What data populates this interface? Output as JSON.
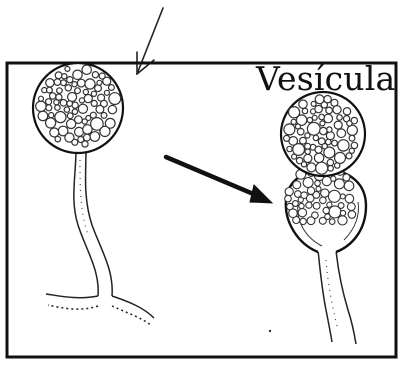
{
  "diagram": {
    "label": "Vesícula",
    "ink_color": "#111111",
    "background_color": "#ffffff",
    "parts": [
      "pointer-arrow",
      "figure-frame",
      "sporangium-left",
      "sporangiophore-left",
      "process-arrow",
      "sporangium-right",
      "vesicle",
      "sporangiophore-right"
    ]
  }
}
